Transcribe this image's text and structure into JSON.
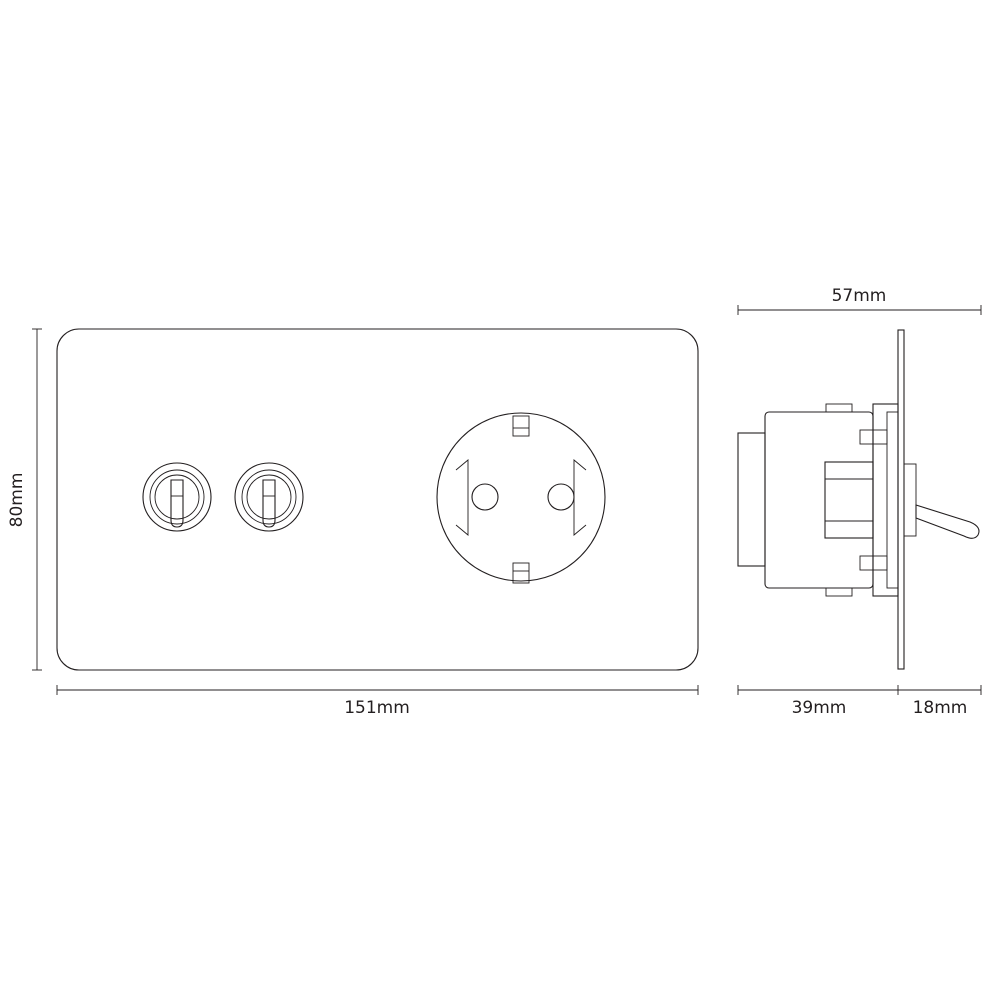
{
  "dimensions": {
    "height": "80mm",
    "width": "151mm",
    "side_total": "57mm",
    "side_body": "39mm",
    "side_front": "18mm"
  },
  "colors": {
    "ink": "#231f20",
    "background": "#ffffff"
  }
}
